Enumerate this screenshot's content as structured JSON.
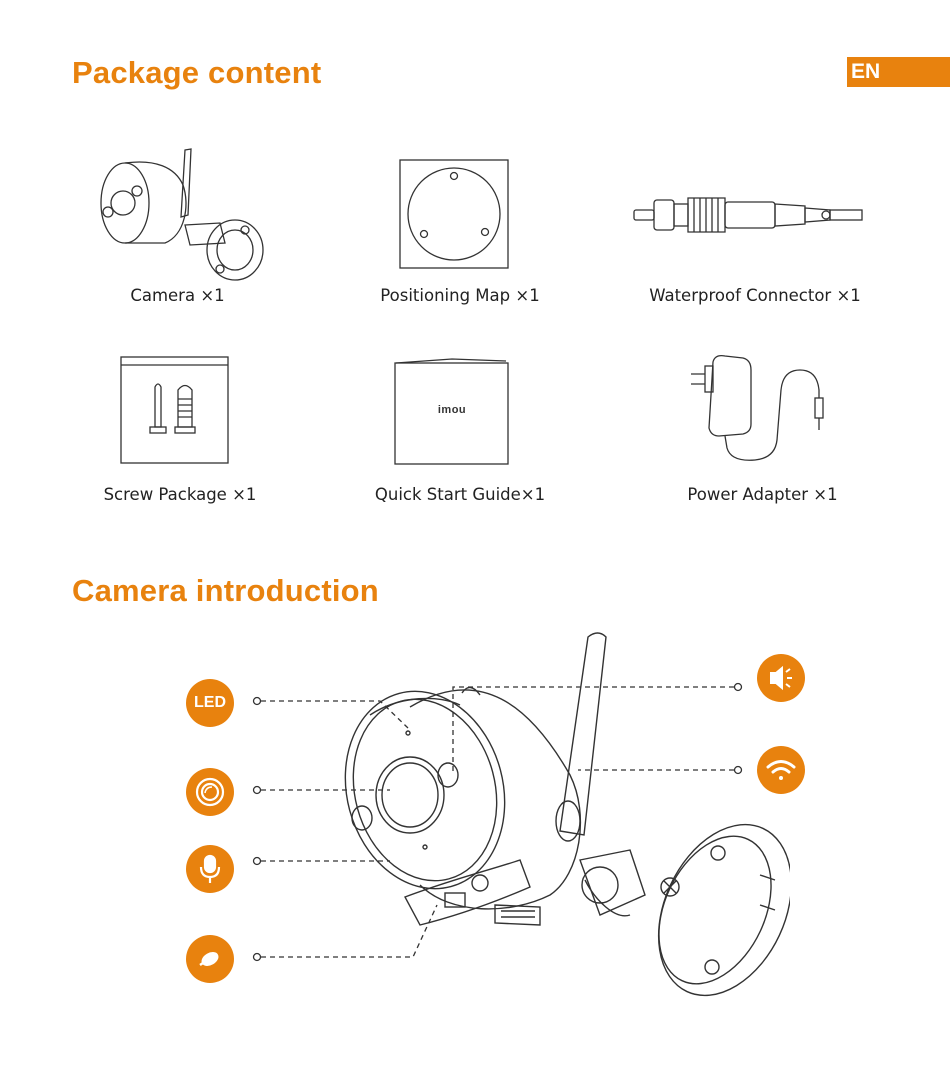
{
  "header": {
    "package_title": "Package content",
    "intro_title": "Camera introduction",
    "language_tab": "EN"
  },
  "package_items": [
    {
      "label": "Camera ×1"
    },
    {
      "label": "Positioning Map ×1"
    },
    {
      "label": "Waterproof Connector ×1"
    },
    {
      "label": "Screw Package ×1"
    },
    {
      "label": "Quick Start Guide×1"
    },
    {
      "label": "Power Adapter ×1"
    }
  ],
  "guide_logo": "imou",
  "callout_icons": {
    "led_text": "LED",
    "left": [
      "led-icon",
      "lens-icon",
      "microphone-icon",
      "reset-icon"
    ],
    "right": [
      "speaker-icon",
      "wifi-icon"
    ]
  },
  "colors": {
    "accent": "#E8820E",
    "line": "#333333"
  }
}
